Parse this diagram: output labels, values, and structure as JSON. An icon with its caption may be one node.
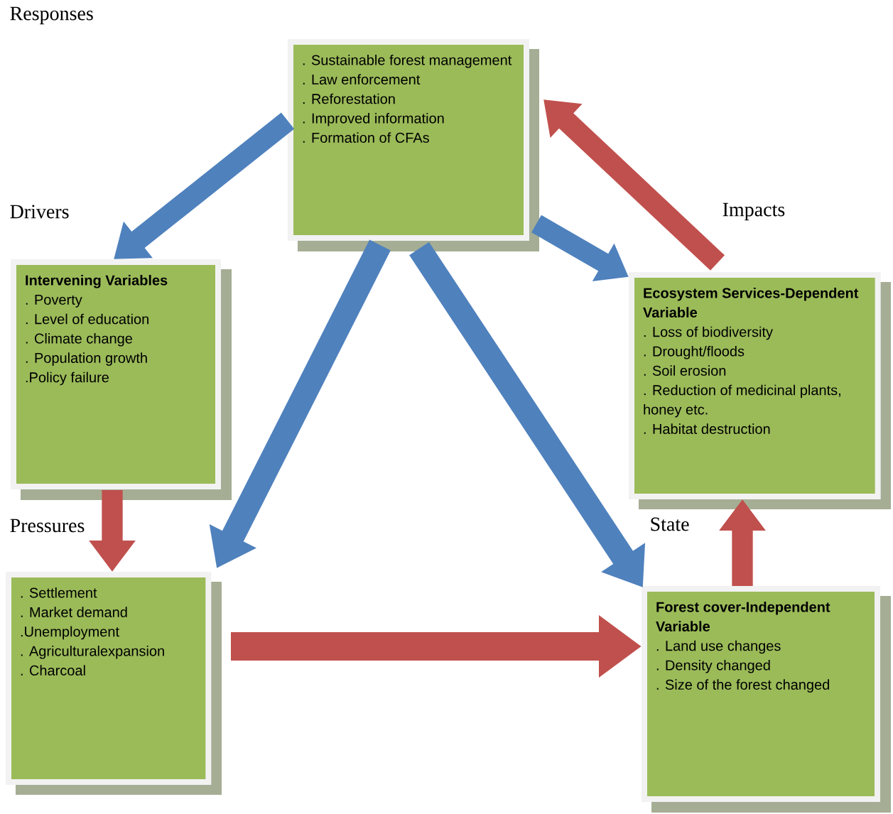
{
  "diagram": {
    "nodes": [
      {
        "text": [
          ". Sustainable forest management",
          ". Law enforcement",
          ". Reforestation",
          ". Improved information",
          ". Formation of CFAs"
        ]
      },
      {
        "text": [
          "Intervening Variables",
          ". Poverty",
          ". Level of education",
          ". Climate change",
          ". Population growth",
          ".Policy failure"
        ]
      },
      {
        "text": [
          ". Settlement",
          ". Market demand",
          ".Unemployment",
          ". Agriculturalexpansion",
          ". Charcoal"
        ]
      },
      {
        "text": [
          "Ecosystem Services-Dependent Variable",
          ". Loss of biodiversity",
          ". Drought/floods",
          ". Soil erosion",
          ". Reduction of medicinal plants, honey etc.",
          ". Habitat destruction"
        ]
      },
      {
        "text": [
          "Forest cover-Independent Variable",
          ". Land use changes",
          ". Density changed",
          ". Size of the forest changed"
        ]
      }
    ],
    "edges": [
      {
        "from": 0,
        "to": 1,
        "arrow": "to",
        "color": "#4f81bd"
      },
      {
        "from": 0,
        "to": 2,
        "arrow": "to",
        "color": "#4f81bd"
      },
      {
        "from": 0,
        "to": 4,
        "arrow": "to",
        "color": "#4f81bd"
      },
      {
        "from": 0,
        "to": 3,
        "arrow": "to",
        "color": "#4f81bd"
      },
      {
        "from": 3,
        "to": 0,
        "arrow": "to",
        "color": "#c0504d"
      },
      {
        "from": 1,
        "to": 2,
        "arrow": "to",
        "color": "#c0504d"
      },
      {
        "from": 2,
        "to": 4,
        "arrow": "to",
        "color": "#c0504d"
      },
      {
        "from": 4,
        "to": 3,
        "arrow": "to",
        "color": "#c0504d"
      }
    ],
    "labels": [
      "Responses",
      "Drivers",
      "Impacts",
      "Pressures",
      "State"
    ]
  }
}
